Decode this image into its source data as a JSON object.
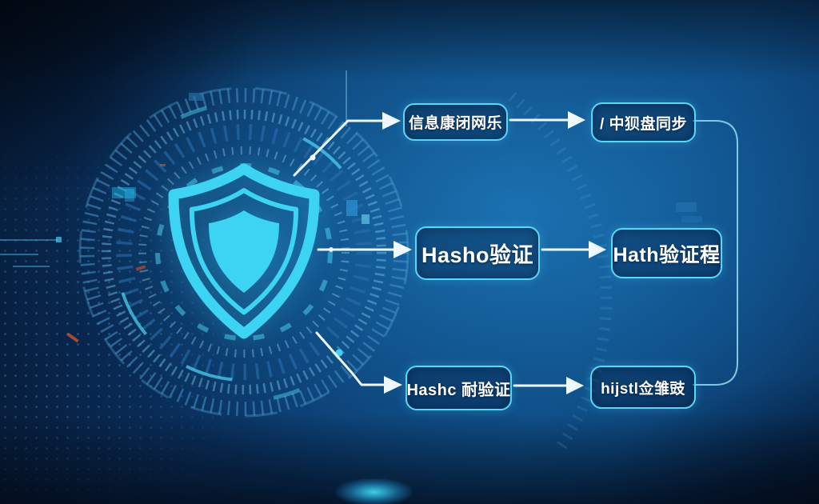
{
  "scene": {
    "kind": "security-flow-diagram",
    "colors": {
      "accent_cyan": "#3fd6f2",
      "box_border": "#58d7f6",
      "arrow_white": "#eef8ff",
      "bracket_line": "#96ddf6",
      "background_deep": "#04101f",
      "background_bright": "#1b74b4",
      "warning_accent": "#c0512b"
    },
    "center_emblem": {
      "icon": "shield",
      "description": "glowing cyan shield inside concentric circular tick rings"
    },
    "rows": [
      {
        "source_label": "信息康闭网乐",
        "target_label": "/ 中狈盘同步"
      },
      {
        "source_label": "Hasho验证",
        "target_label": "Hath验证程"
      },
      {
        "source_label": "Hashc 耐验证",
        "target_label": "hijstl佥雏豉"
      }
    ]
  }
}
